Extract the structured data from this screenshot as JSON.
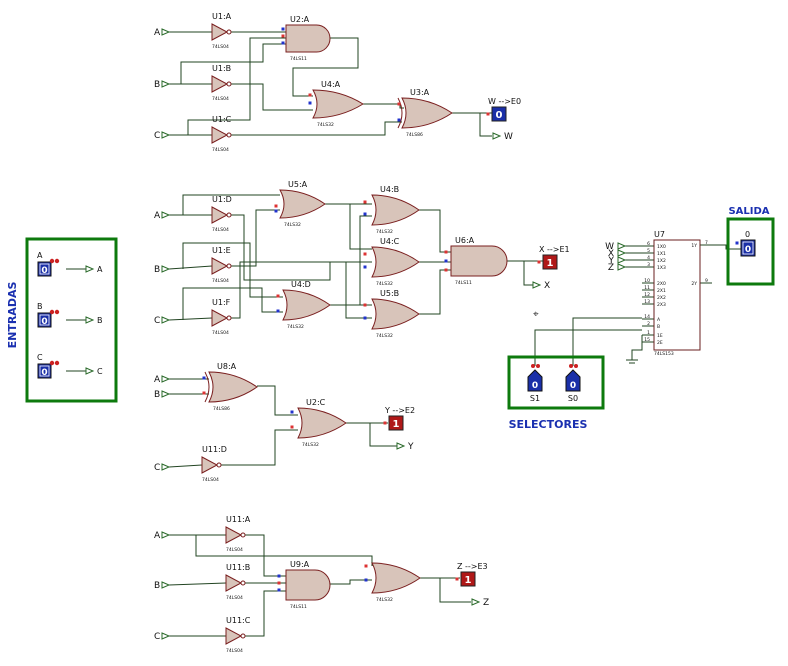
{
  "panels": {
    "entradas": {
      "title": "ENTRADAS",
      "inputs": [
        {
          "value": "0",
          "net": "A",
          "pin": "A"
        },
        {
          "value": "0",
          "net": "B",
          "pin": "B"
        },
        {
          "value": "0",
          "net": "C",
          "pin": "C"
        }
      ]
    },
    "selectores": {
      "title": "SELECTORES",
      "items": [
        {
          "value": "0",
          "label": "S1"
        },
        {
          "value": "0",
          "label": "S0"
        }
      ]
    },
    "salida": {
      "title": "SALIDA",
      "pin_label": "0",
      "value": "0"
    }
  },
  "net_labels": {
    "a": "A",
    "b": "B",
    "c": "C",
    "w": "W",
    "x": "X",
    "y": "Y",
    "z": "Z"
  },
  "outputs": {
    "w": {
      "probe": "W -->E0",
      "value": "0"
    },
    "x": {
      "probe": "X -->E1",
      "value": "1"
    },
    "y": {
      "probe": "Y -->E2",
      "value": "1"
    },
    "z": {
      "probe": "Z -->E3",
      "value": "1"
    }
  },
  "parts": {
    "u1a": "U1:A",
    "u1b": "U1:B",
    "u1c": "U1:C",
    "u1d": "U1:D",
    "u1e": "U1:E",
    "u1f": "U1:F",
    "u2a": "U2:A",
    "u2c": "U2:C",
    "u3a": "U3:A",
    "u4a": "U4:A",
    "u4b": "U4:B",
    "u4c": "U4:C",
    "u4d": "U4:D",
    "u5a": "U5:A",
    "u5b": "U5:B",
    "u6a": "U6:A",
    "u8a": "U8:A",
    "u9a": "U9:A",
    "u11a": "U11:A",
    "u11b": "U11:B",
    "u11c": "U11:C",
    "u11d": "U11:D",
    "u7": "U7"
  },
  "types": {
    "ls04": "74LS04",
    "ls11": "74LS11",
    "ls32": "74LS32",
    "ls86": "74LS86",
    "ls153": "74LS153"
  },
  "mux": {
    "left_pins": [
      "1X0",
      "1X1",
      "1X2",
      "1X3",
      "2X0",
      "2X1",
      "2X2",
      "2X3",
      "A",
      "B",
      "1E",
      "2E"
    ],
    "left_nums": [
      "6",
      "5",
      "4",
      "3",
      "10",
      "11",
      "12",
      "13",
      "14",
      "2",
      "1",
      "15"
    ],
    "right_pins": [
      "1Y",
      "2Y"
    ],
    "right_nums": [
      "7",
      "9"
    ],
    "inputs": [
      "W",
      "X",
      "Y",
      "Z"
    ]
  }
}
